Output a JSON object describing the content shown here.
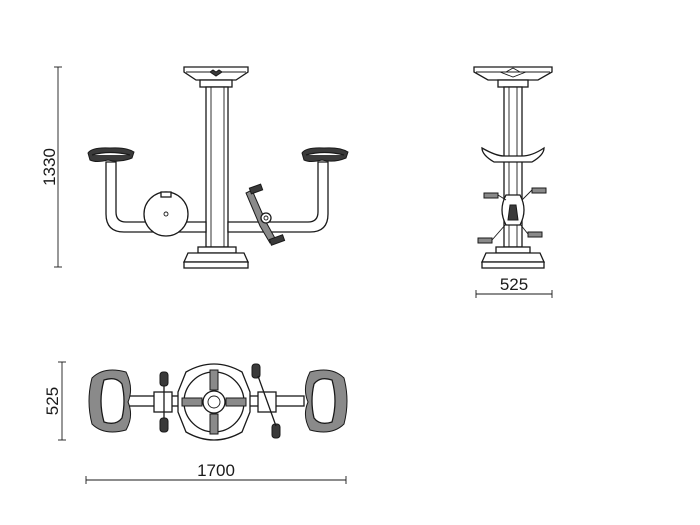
{
  "dimensions": {
    "front_height": "1330",
    "side_width": "525",
    "top_depth": "525",
    "top_width": "1700"
  }
}
